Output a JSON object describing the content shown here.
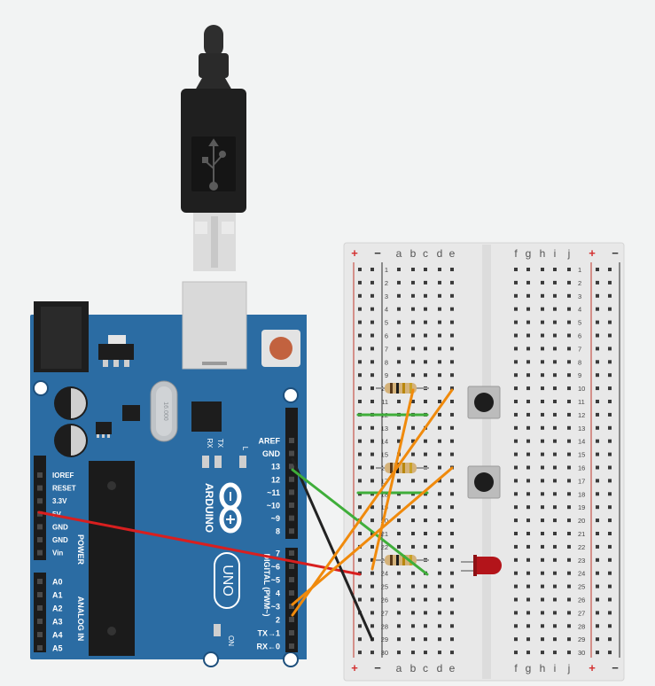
{
  "usb_cable": {
    "icon": "usb-symbol-icon"
  },
  "arduino": {
    "brand": "ARDUINO",
    "model": "UNO",
    "crystal_label": "16.000",
    "pwm_label": "DIGITAL (PWM~)",
    "power_label": "POWER",
    "analog_label": "ANALOG IN",
    "led_labels": {
      "rx": "RX",
      "tx": "TX",
      "l": "L",
      "on": "ON"
    },
    "power_pins": [
      "IOREF",
      "RESET",
      "3.3V",
      "5V",
      "GND",
      "GND",
      "Vin"
    ],
    "analog_pins": [
      "A0",
      "A1",
      "A2",
      "A3",
      "A4",
      "A5"
    ],
    "digital_top": [
      "AREF",
      "GND",
      "13",
      "12",
      "~11",
      "~10",
      "~9",
      "8"
    ],
    "digital_bottom": [
      "7",
      "~6",
      "~5",
      "4",
      "~3",
      "2",
      "TX→1",
      "RX←0"
    ]
  },
  "breadboard": {
    "plus": "+",
    "minus": "−",
    "cols_left": [
      "a",
      "b",
      "c",
      "d",
      "e"
    ],
    "cols_right": [
      "f",
      "g",
      "h",
      "i",
      "j"
    ],
    "rows": [
      "1",
      "2",
      "3",
      "4",
      "5",
      "6",
      "7",
      "8",
      "9",
      "10",
      "11",
      "12",
      "13",
      "14",
      "15",
      "16",
      "17",
      "18",
      "19",
      "20",
      "21",
      "22",
      "23",
      "24",
      "25",
      "26",
      "27",
      "28",
      "29",
      "30"
    ]
  },
  "colors": {
    "background": "#f2f3f3",
    "board": "#2b6ca3",
    "breadboard": "#e8e8e8",
    "wire_red": "#d81f1f",
    "wire_black": "#222222",
    "wire_green": "#3fae3a",
    "wire_orange": "#f08a0c",
    "led_red": "#b3141a"
  }
}
